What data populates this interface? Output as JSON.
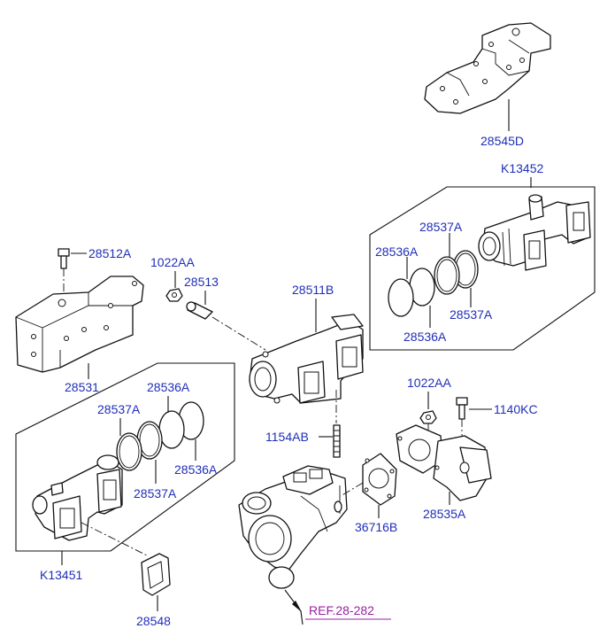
{
  "labels": {
    "p28545D": "28545D",
    "k13452": "K13452",
    "p28537A_top": "28537A",
    "p28536A_right": "28536A",
    "p28537A_right": "28537A",
    "p28536A_right2": "28536A",
    "p28512A": "28512A",
    "p1022AA_left": "1022AA",
    "p28513": "28513",
    "p28511B": "28511B",
    "p28531": "28531",
    "p28536A_left_top": "28536A",
    "p28537A_left_top": "28537A",
    "p28536A_left": "28536A",
    "p28537A_left": "28537A",
    "p1022AA_right": "1022AA",
    "p1140KC": "1140KC",
    "p1154AB": "1154AB",
    "p36716B": "36716B",
    "p28535A": "28535A",
    "k13451": "K13451",
    "p28548": "28548",
    "ref": "REF.28-282"
  },
  "colors": {
    "label": "#1f2fb8",
    "reference": "#9a1fa3",
    "line": "#111111"
  }
}
